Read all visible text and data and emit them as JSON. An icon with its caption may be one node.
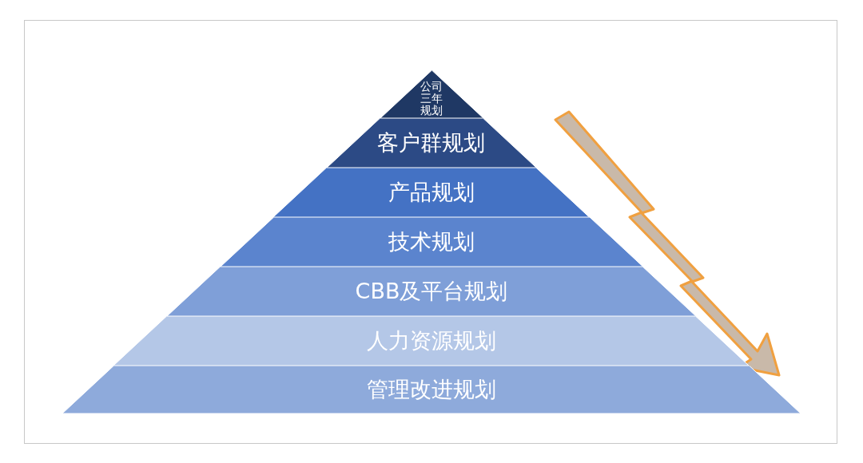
{
  "diagram": {
    "nodes": [
      {
        "text": [
          "公司三年规划"
        ]
      },
      {
        "text": [
          "客户群规划"
        ]
      },
      {
        "text": [
          "产品规划"
        ]
      },
      {
        "text": [
          "技术规划"
        ]
      },
      {
        "text": [
          "CBB及平台规划"
        ]
      },
      {
        "text": [
          "人力资源规划"
        ]
      },
      {
        "text": [
          "管理改进规划"
        ]
      }
    ]
  }
}
